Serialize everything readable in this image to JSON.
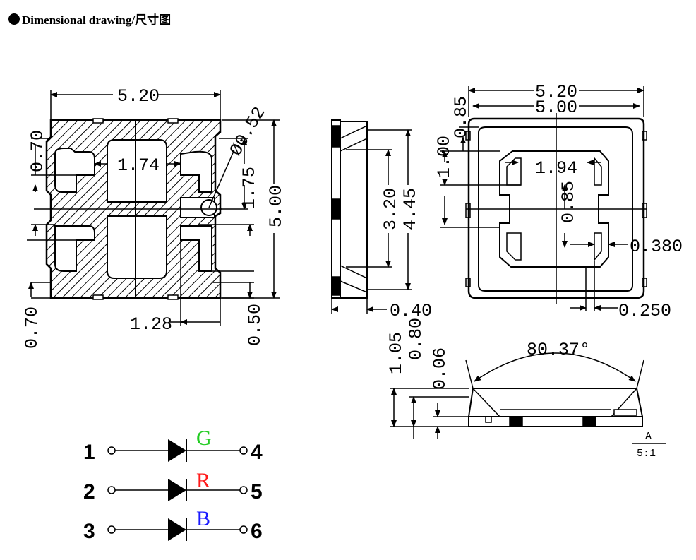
{
  "header": {
    "title": "Dimensional drawing/尺寸图"
  },
  "top_view": {
    "width": "5.20",
    "height": "5.00",
    "pad_gap": "1.74",
    "hole_dia": "Ø0.52",
    "pad_height": "1.75",
    "left_top": "0.70",
    "left_bottom": "0.70",
    "bottom_gap": "1.28",
    "right_bottom": "0.50"
  },
  "side_view": {
    "inner": "3.20",
    "outer": "4.45",
    "thickness": "0.40"
  },
  "bottom_view": {
    "outer_width": "5.20",
    "inner_width": "5.00",
    "margin": "0.85",
    "pad_offset": "1.00",
    "pad_span": "1.94",
    "center_gap": "0.85",
    "pad_notch": "0.380",
    "pad_notch2": "0.250"
  },
  "profile": {
    "angle": "80.37°",
    "total_h": "1.05",
    "body_h": "0.80",
    "lip_h": "0.06"
  },
  "detail": {
    "label": "A",
    "scale": "5:1"
  },
  "schematic": {
    "pins_left": [
      "1",
      "2",
      "3"
    ],
    "pins_right": [
      "4",
      "5",
      "6"
    ],
    "colors": [
      {
        "label": "G",
        "hex": "#22cc22"
      },
      {
        "label": "R",
        "hex": "#ff1a1a"
      },
      {
        "label": "B",
        "hex": "#1a1aff"
      }
    ]
  }
}
